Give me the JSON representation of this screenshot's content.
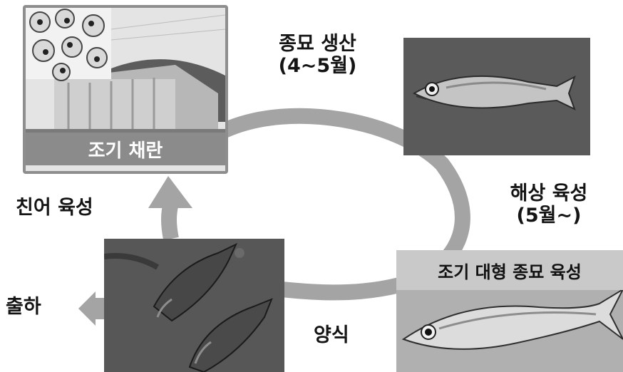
{
  "labels": {
    "seed_production_line1": "종묘 생산",
    "seed_production_line2": "(4~5월)",
    "sea_rearing_line1": "해상 육성",
    "sea_rearing_line2": "(5월~)",
    "broodstock": "친어 육성",
    "shipment": "출하",
    "aquaculture": "양식"
  },
  "panels": {
    "early_spawning": "조기 채란",
    "large_juvenile": "조기 대형 종묘 육성"
  },
  "colors": {
    "cycle_arrow": "#a4a4a4",
    "panel_border": "#8e8e8e",
    "band_dark": "#8b8b8b",
    "band_light": "#c9c9c9"
  }
}
